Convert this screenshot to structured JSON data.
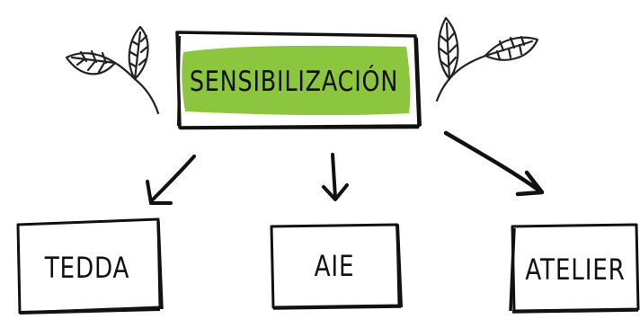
{
  "diagram": {
    "main_node": {
      "label": "SENSIBILIZACIÓN",
      "highlight_color": "#8cc63f"
    },
    "children": [
      {
        "label": "TEDDA"
      },
      {
        "label": "AIE"
      },
      {
        "label": "ATELIER"
      }
    ],
    "colors": {
      "stroke": "#111111",
      "leaf_line": "#222222",
      "background": "#ffffff"
    },
    "decorations": [
      "leaf-left-icon",
      "leaf-right-icon"
    ]
  }
}
